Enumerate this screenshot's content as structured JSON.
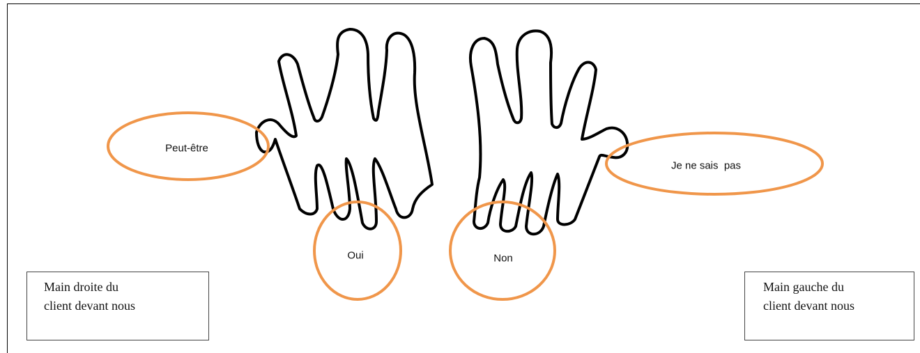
{
  "diagram": {
    "labels": {
      "maybe": "Peut-être",
      "yes": "Oui",
      "no": "Non",
      "dont_know": "Je ne sais  pas"
    },
    "captions": {
      "right_hand": [
        "Main droite du",
        "client devant nous"
      ],
      "left_hand": [
        "Main gauche du",
        "client devant nous"
      ]
    },
    "colors": {
      "ellipse": "#f0964a",
      "hand_outline": "#000000",
      "frame": "#000000"
    },
    "icons": [
      "right-hand-outline",
      "left-hand-outline"
    ]
  }
}
